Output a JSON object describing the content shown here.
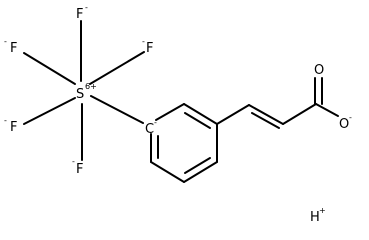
{
  "atoms": {
    "f_top": "F",
    "f_upper_left": "F",
    "f_upper_right": "F",
    "sulfur": "S",
    "f_lower_left": "F",
    "f_bottom": "F",
    "ring_carbon": "C",
    "carbonyl_oxygen": "O",
    "carboxylate_oxygen": "O",
    "hydrogen": "H"
  },
  "charges": {
    "f_top": "-",
    "f_upper_left": "-",
    "f_upper_right": "-",
    "sulfur": "6+",
    "f_lower_left": "-",
    "f_bottom": "-",
    "ring_carbon": "-",
    "carboxylate_oxygen": "-",
    "hydrogen": "+"
  }
}
